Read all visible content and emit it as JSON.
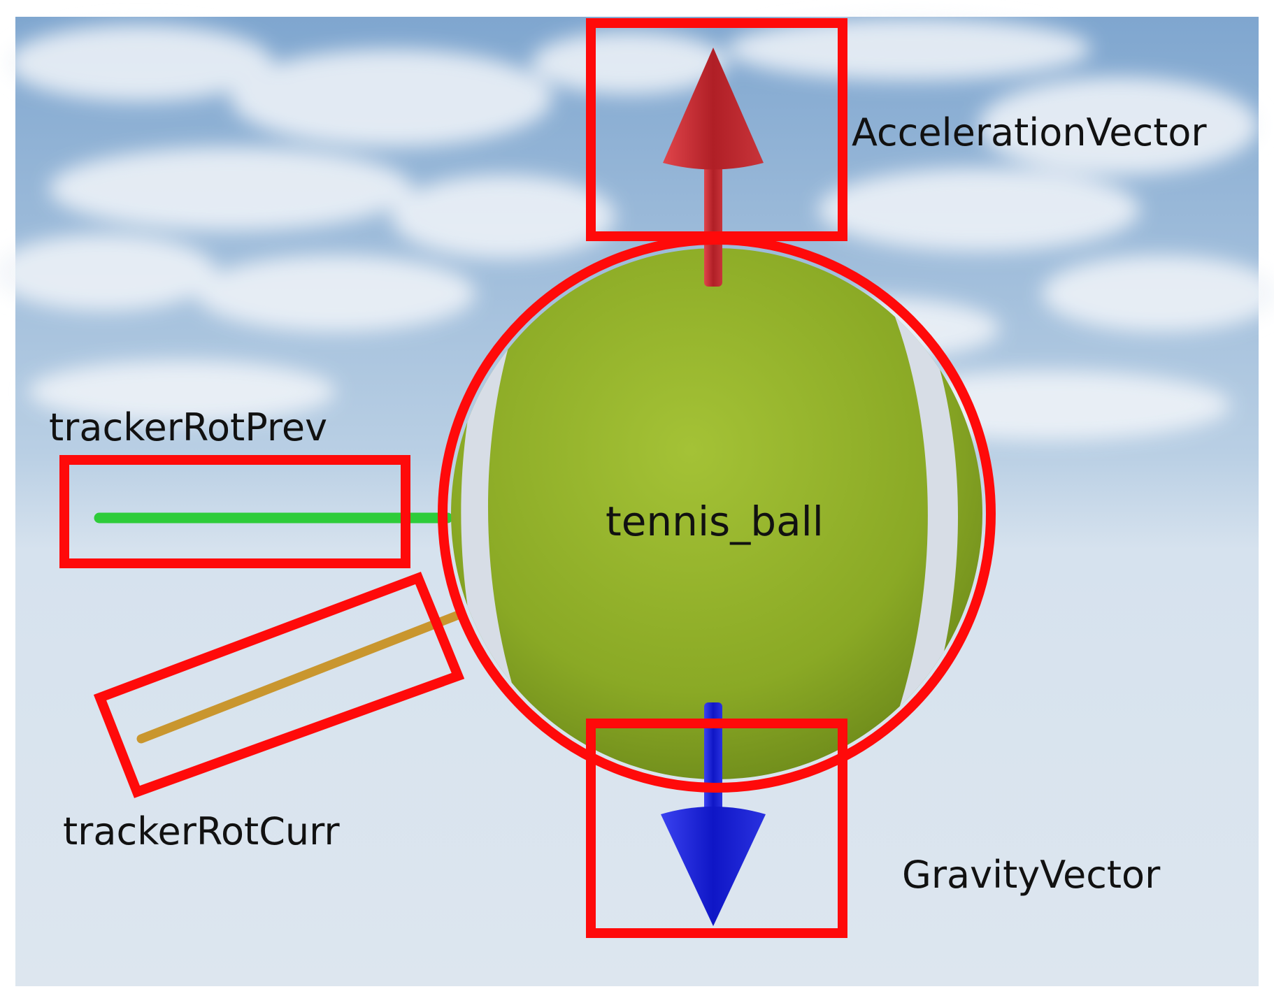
{
  "labels": {
    "acceleration": "AccelerationVector",
    "gravity": "GravityVector",
    "ball": "tennis_ball",
    "rot_prev": "trackerRotPrev",
    "rot_curr": "trackerRotCurr"
  },
  "colors": {
    "highlight": "#ff0a0a",
    "acceleration_arrow": "#c8262c",
    "gravity_arrow": "#1822d6",
    "rot_prev_line": "#2ecc3a",
    "rot_curr_line": "#c9962e",
    "ball": "#8fb02a",
    "seam": "#d7dde6"
  }
}
